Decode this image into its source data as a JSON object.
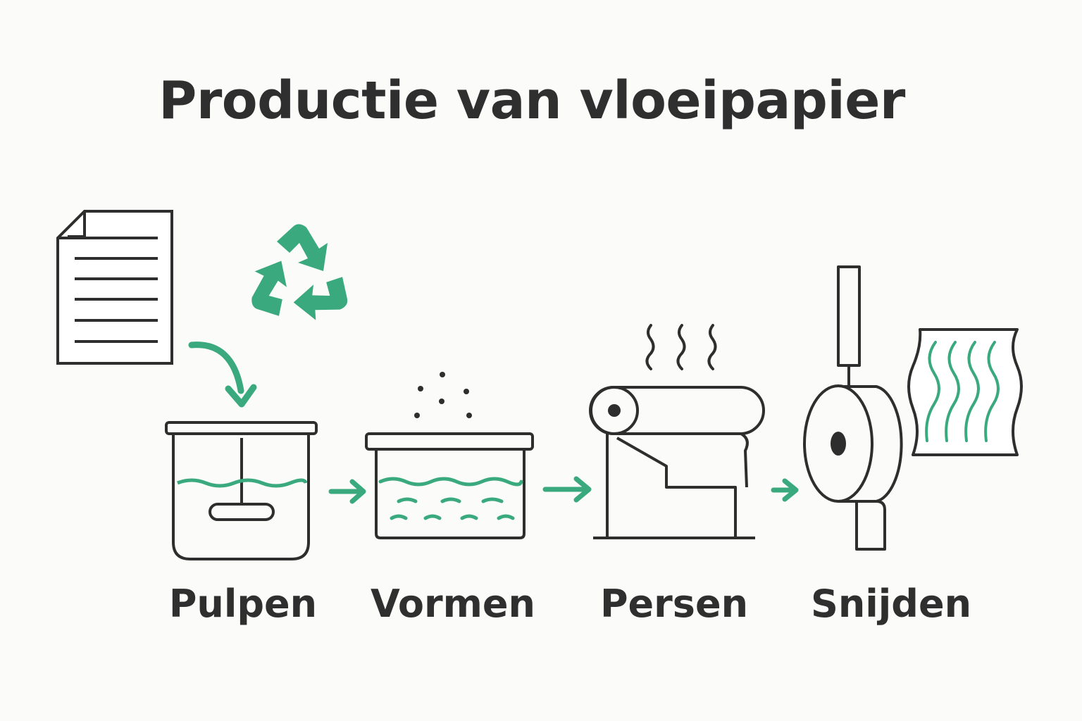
{
  "title": "Productie van vloeipapier",
  "colors": {
    "ink": "#2e2e2e",
    "accent": "#3aaa7e",
    "background": "#fbfbfa"
  },
  "steps": [
    {
      "label": "Pulpen",
      "icon": "mixing-tank-icon"
    },
    {
      "label": "Vormen",
      "icon": "forming-tray-icon"
    },
    {
      "label": "Persen",
      "icon": "press-roller-icon"
    },
    {
      "label": "Snijden",
      "icon": "cutting-roll-icon"
    }
  ],
  "inputs": [
    {
      "icon": "paper-document-icon"
    },
    {
      "icon": "recycle-icon"
    }
  ]
}
